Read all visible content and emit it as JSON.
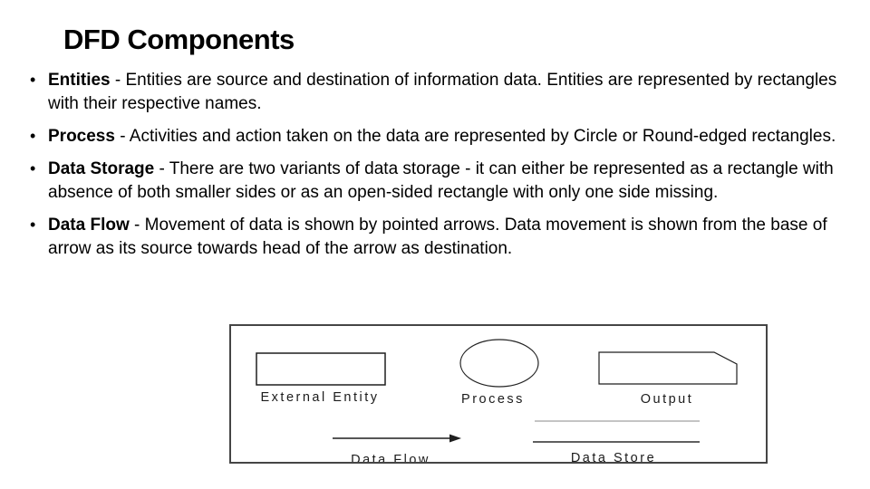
{
  "slide": {
    "title": "DFD Components",
    "bullet_char": "•",
    "bullets": [
      {
        "term": "Entities",
        "rest": " - Entities are source and destination of information data. Entities are represented by rectangles with their respective names."
      },
      {
        "term": "Process",
        "rest": " - Activities and action taken on the data are represented by Circle or Round-edged rectangles."
      },
      {
        "term": "Data Storage",
        "rest": " - There are two variants of data storage - it can either be represented as a rectangle with absence of both smaller sides or as an open-sided rectangle with only one side missing."
      },
      {
        "term": "Data Flow",
        "rest": " - Movement of data is shown by pointed arrows. Data movement is shown from the base of arrow as its source towards head of the arrow as destination."
      }
    ]
  },
  "diagram": {
    "labels": {
      "external_entity": "External Entity",
      "process": "Process",
      "output": "Output",
      "data_flow": "Data Flow",
      "data_store": "Data Store"
    },
    "colors": {
      "shape_stroke": "#1f1f1f",
      "store_top_line": "#a0a0a0",
      "store_bottom_line": "#2b2b2b",
      "panel_border": "#454545"
    }
  }
}
